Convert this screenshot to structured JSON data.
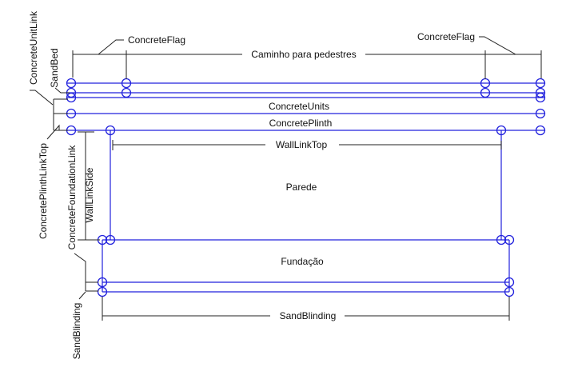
{
  "diagram_title": "Pedestrian path wall cross-section annotation diagram",
  "colors": {
    "element_blue": "#2222dd",
    "annotation_black": "#222222",
    "background": "#ffffff"
  },
  "labels": {
    "concrete_flag_left": "ConcreteFlag",
    "concrete_flag_right": "ConcreteFlag",
    "caminho": "Caminho para pedestres",
    "concrete_units": "ConcreteUnits",
    "concrete_plinth": "ConcretePlinth",
    "wall_link_top": "WallLinkTop",
    "parede": "Parede",
    "fundacao": "Fundação",
    "sand_blinding_bottom": "SandBlinding",
    "concrete_unit_link": "ConcreteUnitLink",
    "sand_bed": "SandBed",
    "concrete_plinth_link_top": "ConcretePlinthLinkTop",
    "concrete_foundation_link": "ConcreteFoundationLink",
    "wall_link_side": "WallLinkSide",
    "sand_blinding_left": "SandBlinding"
  }
}
